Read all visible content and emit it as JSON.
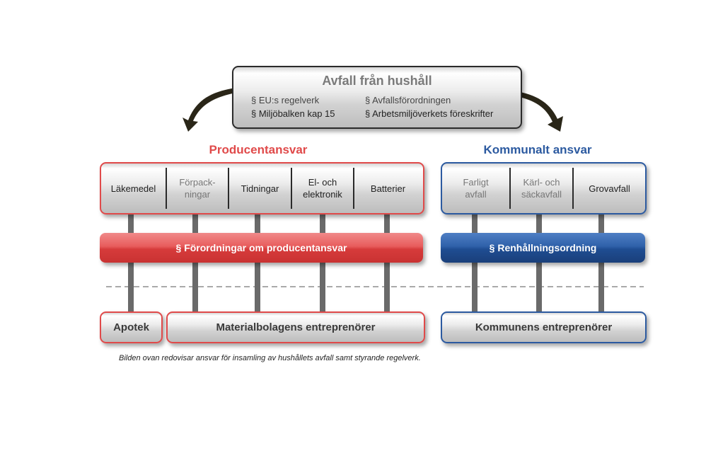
{
  "top_box": {
    "title": "Avfall från hushåll",
    "regs": [
      "§ EU:s regelverk",
      "§ Avfallsförordningen",
      "§ Miljöbalken kap 15",
      "§ Arbetsmiljöverkets föreskrifter"
    ]
  },
  "producer": {
    "heading": "Producentansvar",
    "categories": [
      "Läkemedel",
      "Förpack-\nningar",
      "Tidningar",
      "El- och\nelektronik",
      "Batterier"
    ],
    "regulation": "§ Förordningar om producentansvar",
    "pharmacy": "Apotek",
    "contractors": "Materialbolagens entreprenörer"
  },
  "municipal": {
    "heading": "Kommunalt ansvar",
    "categories": [
      "Farligt\navfall",
      "Kärl- och\nsäckavfall",
      "Grovavfall"
    ],
    "regulation": "§ Renhållningsordning",
    "contractors": "Kommunens entreprenörer"
  },
  "caption": "Bilden ovan redovisar ansvar för insamling av hushållets avfall samt styrande regelverk.",
  "colors": {
    "producer": "#e04a4a",
    "municipal": "#2c5aa0",
    "pillar": "#6a6a6a"
  }
}
